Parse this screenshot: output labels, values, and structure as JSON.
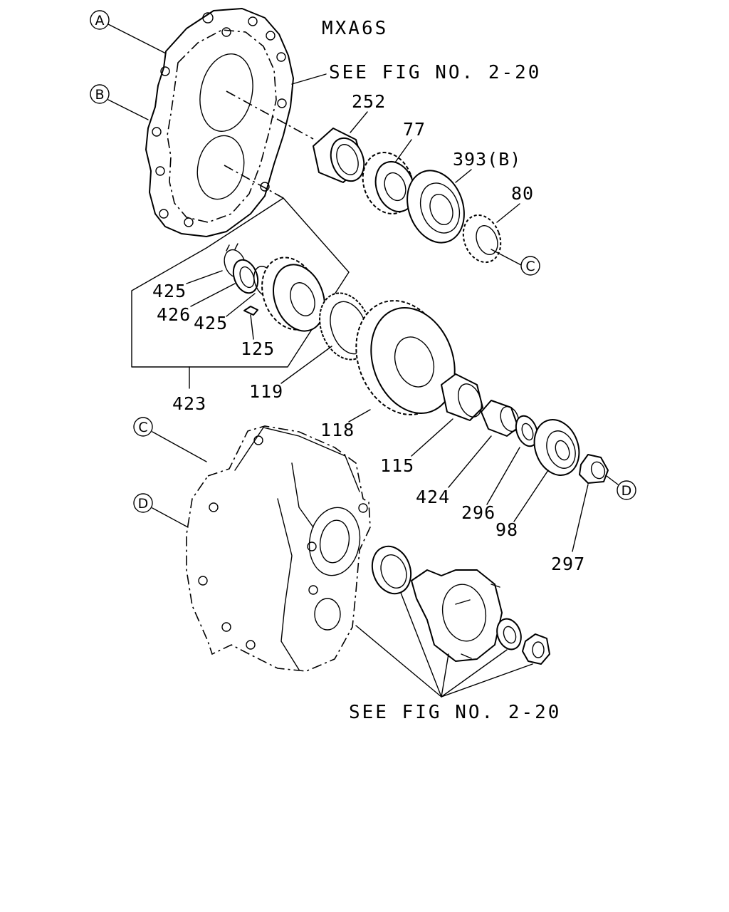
{
  "title": "MXA6S",
  "see_fig_top": "SEE FIG NO. 2-20",
  "see_fig_bottom": "SEE FIG NO. 2-20",
  "refs": {
    "A": "A",
    "B": "B",
    "C": "C",
    "D": "D"
  },
  "part_numbers": {
    "p252": "252",
    "p77": "77",
    "p393b": "393(B)",
    "p80": "80",
    "p425a": "425",
    "p426": "426",
    "p425b": "425",
    "p125": "125",
    "p119": "119",
    "p423": "423",
    "p118": "118",
    "p115": "115",
    "p424": "424",
    "p296": "296",
    "p98": "98",
    "p297": "297"
  }
}
